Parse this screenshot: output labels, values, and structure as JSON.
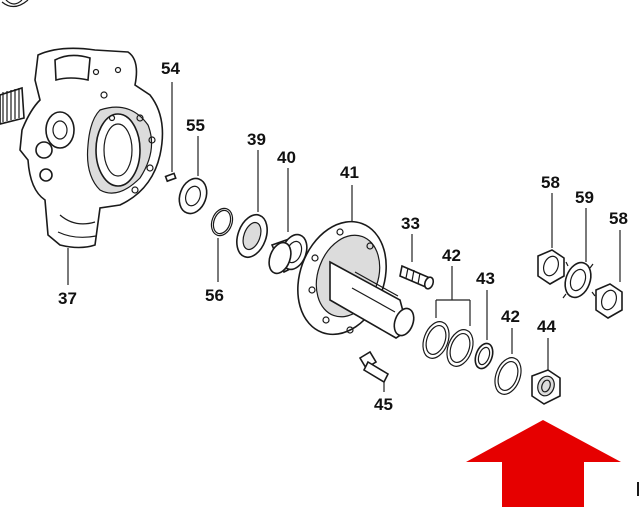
{
  "labels": {
    "p54": "54",
    "p55": "55",
    "p39": "39",
    "p40": "40",
    "p41": "41",
    "p33": "33",
    "p42a": "42",
    "p43": "43",
    "p42b": "42",
    "p44": "44",
    "p45": "45",
    "p56": "56",
    "p37": "37",
    "p58a": "58",
    "p59": "59",
    "p58b": "58"
  },
  "colors": {
    "arrow": "#e60000",
    "line": "#1a1a1a"
  },
  "icons": {
    "arrow": "up-arrow-icon"
  }
}
